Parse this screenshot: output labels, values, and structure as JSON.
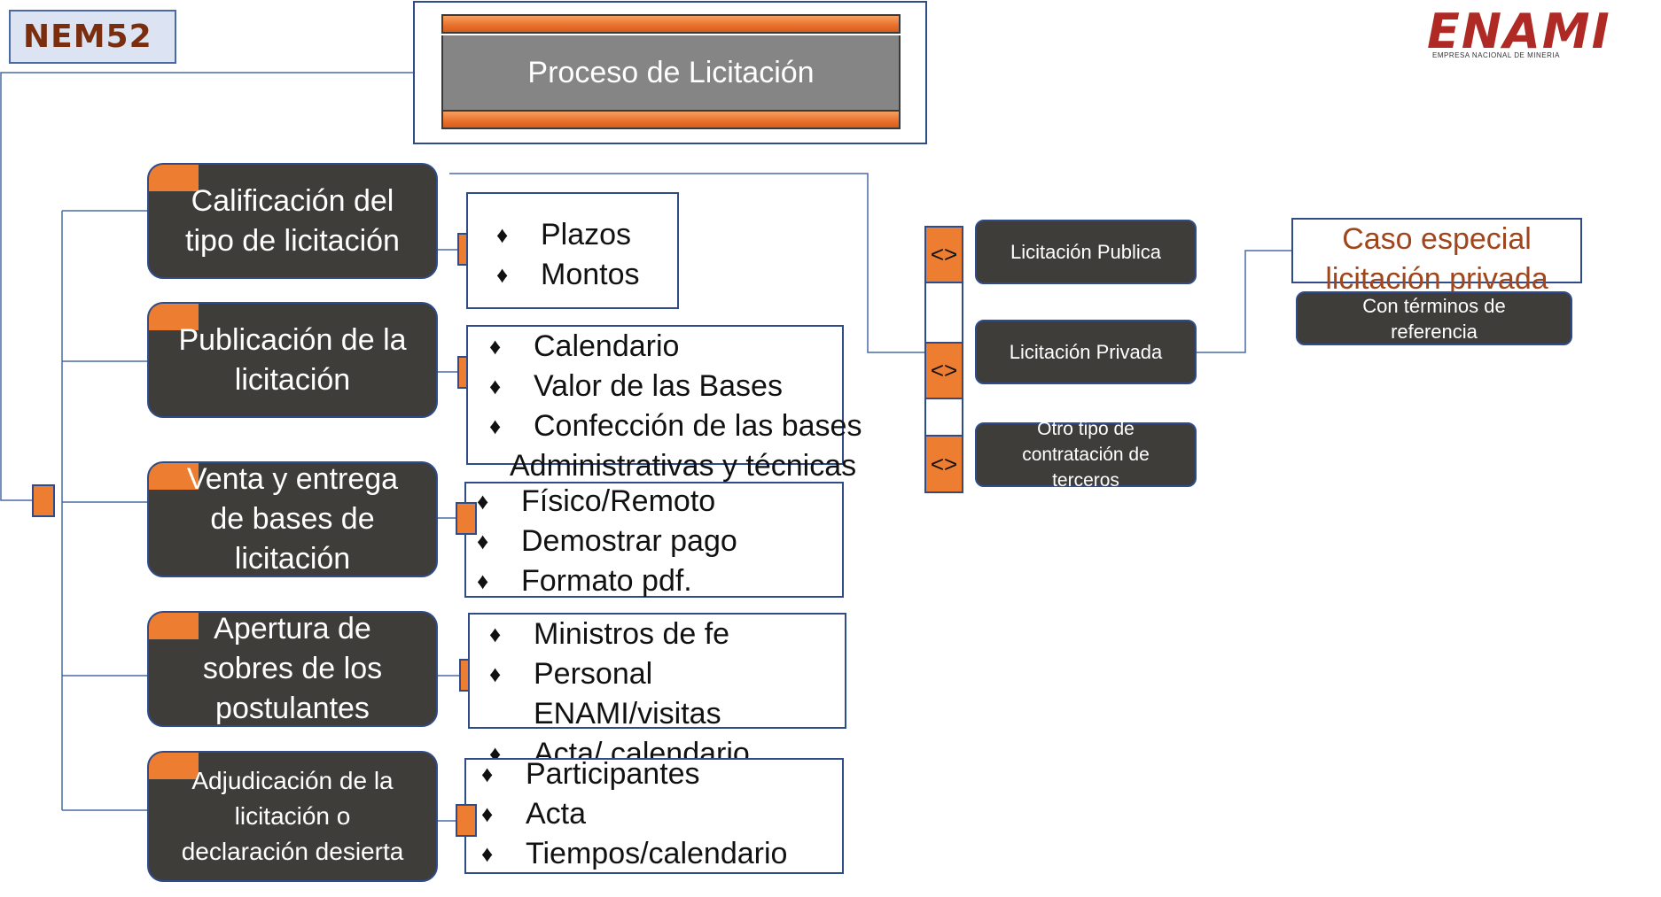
{
  "header": {
    "tag": "NEM52",
    "logo_word": "ENAMI",
    "logo_subtitle": "EMPRESA NACIONAL DE MINERIA",
    "title": "Proceso de Licitación"
  },
  "steps": [
    {
      "label": "Calificación del\ntipo de licitación",
      "details": [
        "Plazos",
        " Montos"
      ]
    },
    {
      "label": "Publicación de la\nlicitación",
      "details": [
        "Calendario",
        " Valor de  las Bases",
        "Confección de las bases"
      ],
      "details_extra": "Administrativas y técnicas"
    },
    {
      "label": "Venta y entrega\nde bases de\nlicitación",
      "details": [
        "Físico/Remoto",
        "Demostrar pago",
        "Formato pdf."
      ]
    },
    {
      "label": "Apertura de\nsobres de los\npostulantes",
      "details": [
        "Ministros de fe",
        "Personal",
        "Acta/ calendario"
      ],
      "details_extra": "ENAMI/visitas"
    },
    {
      "label": "Adjudicación de la\nlicitación o\ndeclaración desierta",
      "details": [
        "Participantes",
        "Acta",
        "Tiempos/calendario"
      ]
    }
  ],
  "options": {
    "marker": "<>",
    "items": [
      "Licitación Publica",
      "Licitación Privada",
      "Otro tipo de\ncontratación de\nterceros"
    ]
  },
  "special": {
    "title": "Caso especial\nlicitación privada",
    "subtitle": "Con términos de\nreferencia"
  },
  "colors": {
    "accent": "#ed7d31",
    "box": "#3f3d3a",
    "border": "#2f4b8a",
    "special_text": "#a0461c"
  }
}
